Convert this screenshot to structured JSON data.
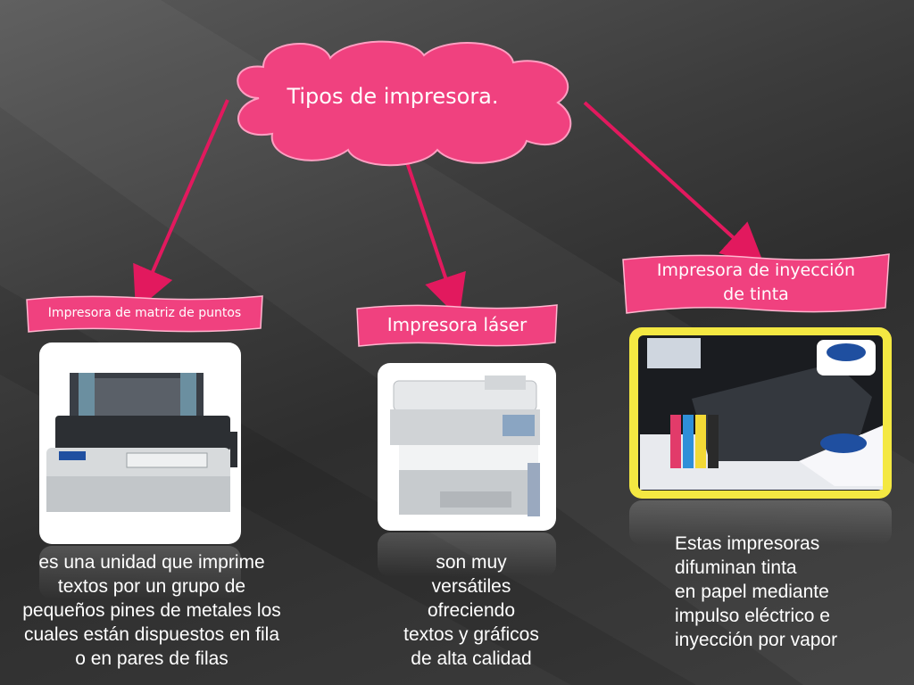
{
  "title": "Tipos de impresora.",
  "nodes": [
    {
      "id": "matriz",
      "label": "Impresora de matriz de puntos",
      "description": "es una unidad que imprime\ntextos por un grupo de\npequeños pines de metales los\ncuales están dispuestos en fila\no en pares de filas"
    },
    {
      "id": "laser",
      "label": "Impresora láser",
      "description": "son muy\nversátiles\nofreciendo\ntextos y gráficos\nde alta calidad"
    },
    {
      "id": "inyeccion",
      "label": "Impresora de inyección\nde tinta",
      "description": "Estas impresoras\ndifuminan tinta\nen papel mediante\nimpulso eléctrico e\ninyección por vapor"
    }
  ],
  "colors": {
    "accent": "#f0417f",
    "arrow": "#e2195e",
    "photo_frame_inkjet": "#f4e842"
  },
  "images": {
    "matriz": "dot-matrix-printer-photo",
    "laser": "laser-printer-photo",
    "inyeccion": "inkjet-printer-photo"
  }
}
